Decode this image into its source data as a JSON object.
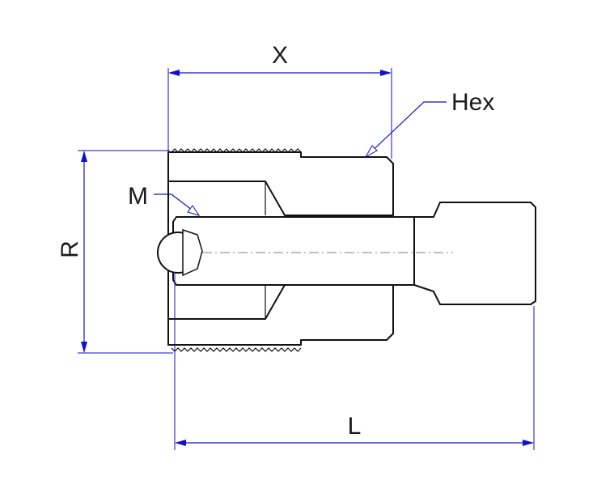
{
  "labels": {
    "x": "X",
    "hex": "Hex",
    "m": "M",
    "r": "R",
    "l": "L"
  },
  "colors": {
    "dimension": "#1010c8",
    "outline": "#111111",
    "hatch": "#3a3a3a"
  }
}
